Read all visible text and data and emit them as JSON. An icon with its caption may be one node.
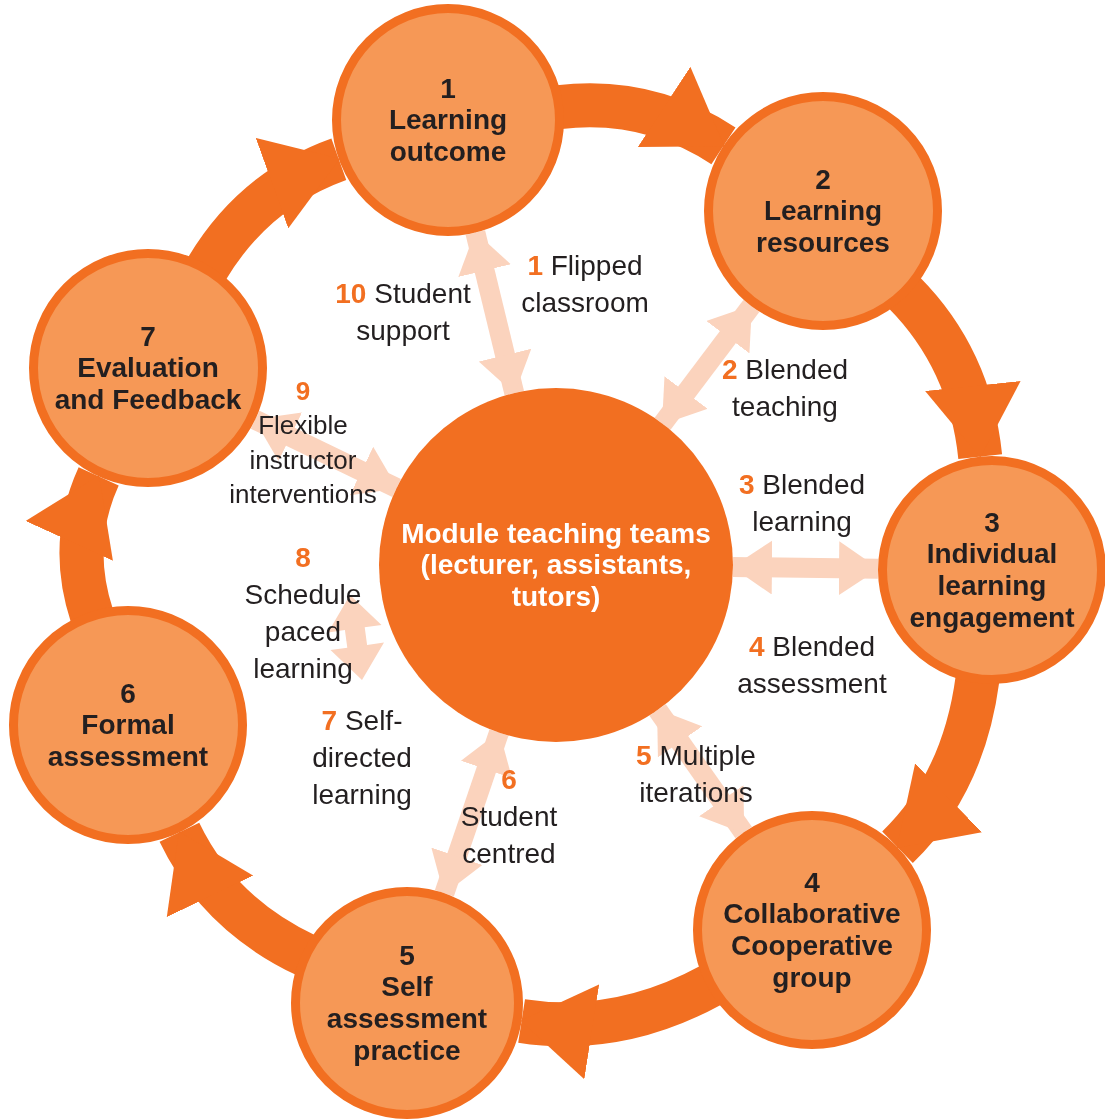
{
  "diagram": {
    "nodes": [
      {
        "text": [
          "1",
          "Learning outcome"
        ]
      },
      {
        "text": [
          "2",
          "Learning resources"
        ]
      },
      {
        "text": [
          "3",
          "Individual learning engagement"
        ]
      },
      {
        "text": [
          "4",
          "Collaborative Cooperative group"
        ]
      },
      {
        "text": [
          "5",
          "Self assessment practice"
        ]
      },
      {
        "text": [
          "6",
          "Formal assessment"
        ]
      },
      {
        "text": [
          "7",
          "Evaluation and Feedback"
        ]
      },
      {
        "text": [
          "Module teaching teams (lecturer, assistants, tutors)"
        ]
      }
    ],
    "edges": [
      {
        "from": 0,
        "to": 1,
        "arrow": "to"
      },
      {
        "from": 1,
        "to": 2,
        "arrow": "to"
      },
      {
        "from": 2,
        "to": 3,
        "arrow": "to"
      },
      {
        "from": 3,
        "to": 4,
        "arrow": "to"
      },
      {
        "from": 4,
        "to": 5,
        "arrow": "to"
      },
      {
        "from": 5,
        "to": 6,
        "arrow": "to"
      },
      {
        "from": 6,
        "to": 0,
        "arrow": "to"
      },
      {
        "from": 0,
        "to": 7,
        "arrow": "both",
        "color": "#fbd3bd"
      },
      {
        "from": 7,
        "to": 1,
        "arrow": "both",
        "color": "#fbd3bd"
      },
      {
        "from": 7,
        "to": 2,
        "arrow": "both",
        "color": "#fbd3bd"
      },
      {
        "from": 7,
        "to": 3,
        "arrow": "both",
        "color": "#fbd3bd"
      },
      {
        "from": 7,
        "to": 4,
        "arrow": "both",
        "color": "#fbd3bd"
      },
      {
        "from": 6,
        "to": 7,
        "arrow": "both",
        "color": "#fbd3bd"
      }
    ],
    "labels": [
      "10",
      "Student support",
      "1",
      "Flipped classroom",
      "2",
      "Blended teaching",
      "9",
      "Flexible instructor interventions",
      "3",
      "Blended learning",
      "8",
      "Schedule paced learning",
      "4",
      "Blended assessment",
      "7",
      "Self-directed learning",
      "5",
      "Multiple iterations",
      "6",
      "Student centred"
    ]
  }
}
